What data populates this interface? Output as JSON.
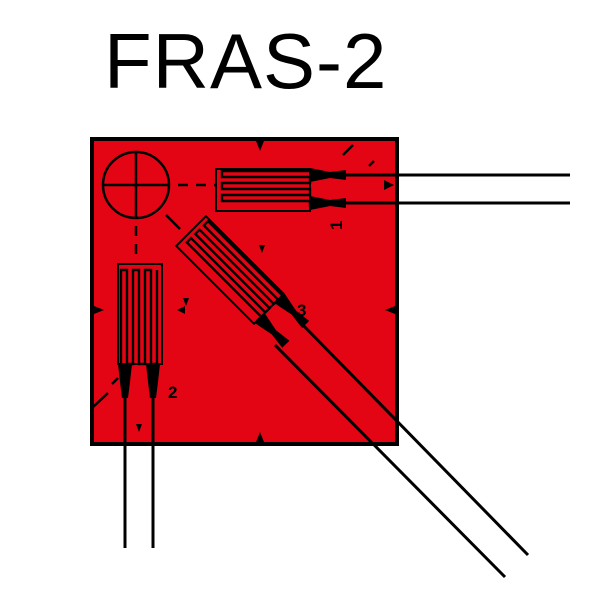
{
  "title": "FRAS-2",
  "colors": {
    "substrate": "#e30513",
    "ink": "#000000",
    "background": "#ffffff"
  },
  "gauges": [
    {
      "label": "1",
      "orientation": "horizontal"
    },
    {
      "label": "2",
      "orientation": "vertical"
    },
    {
      "label": "3",
      "orientation": "diagonal"
    }
  ],
  "icons": [
    "crosshair-circle-icon"
  ]
}
